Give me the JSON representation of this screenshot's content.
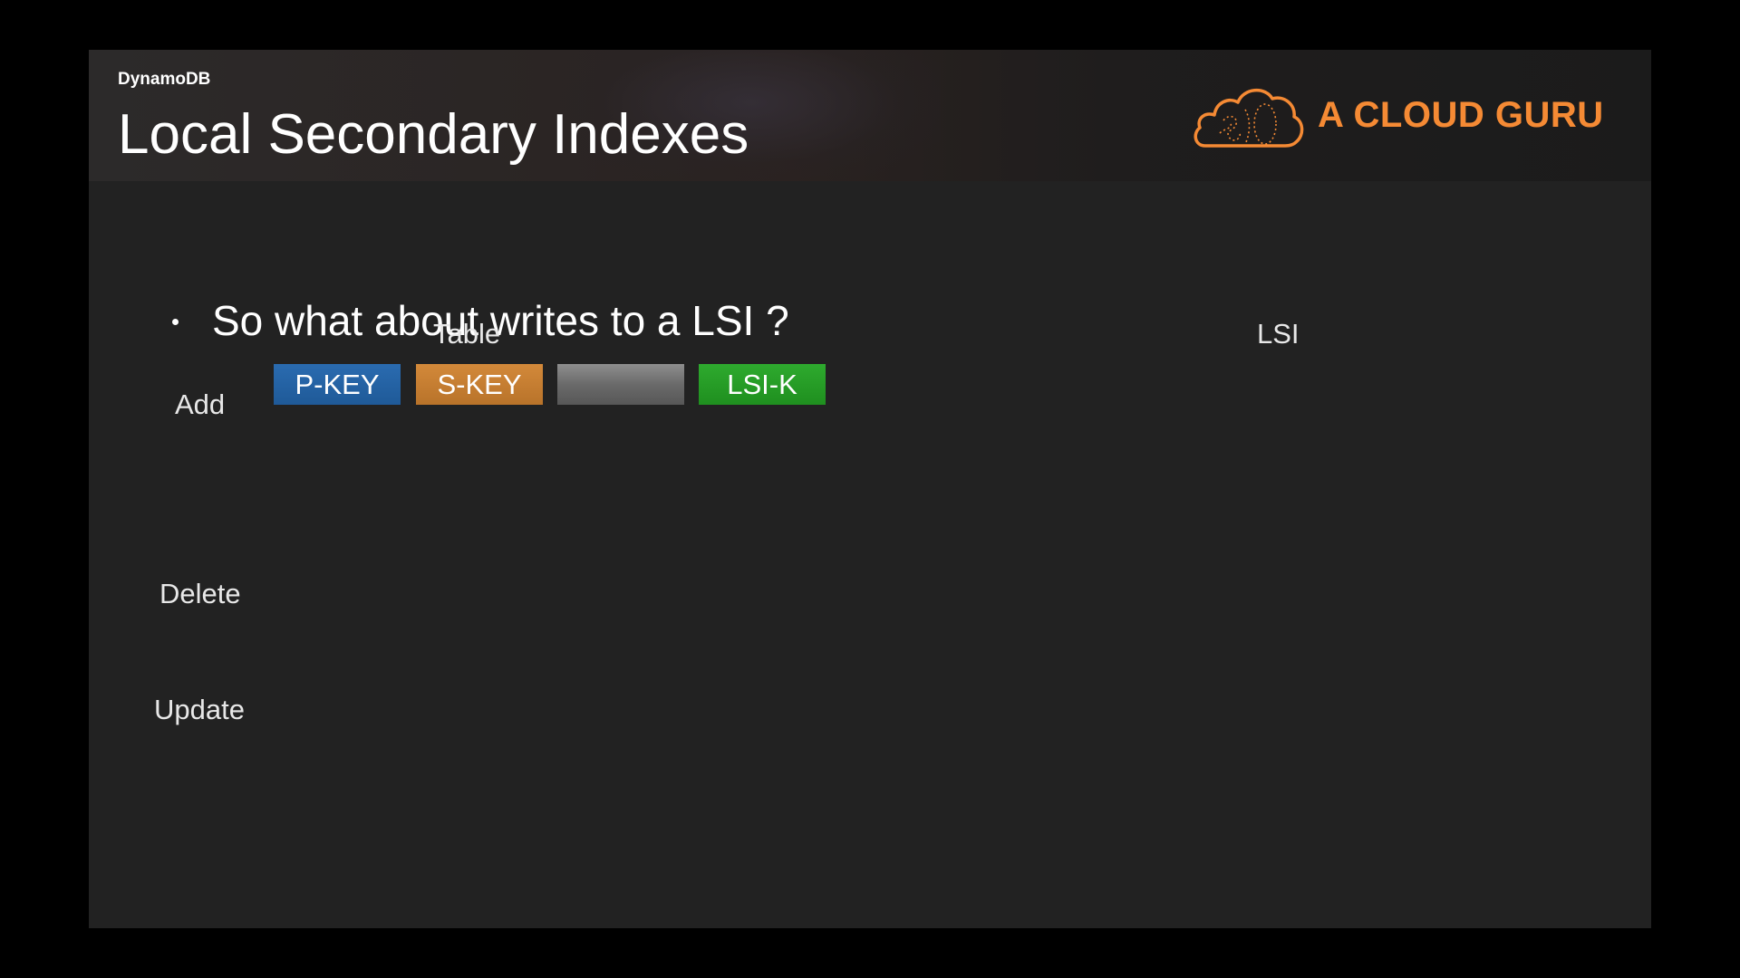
{
  "header": {
    "section": "DynamoDB",
    "title": "Local Secondary Indexes",
    "logo_text": "A CLOUD GURU"
  },
  "content": {
    "bullet": "So what about writes to a LSI ?",
    "table_label": "Table",
    "lsi_label": "LSI",
    "rows": {
      "add": "Add",
      "delete": "Delete",
      "update": "Update"
    },
    "keys": {
      "pkey": "P-KEY",
      "skey": "S-KEY",
      "attr": "",
      "lsik": "LSI-K"
    }
  },
  "colors": {
    "background": "#000000",
    "slide": "#222222",
    "brand": "#f58a34",
    "pkey": "#2a6bb0",
    "skey": "#d3893a",
    "attr": "#7a7a7a",
    "lsik": "#2eaa2e"
  },
  "icons": {
    "logo": "cloud-logo-icon"
  }
}
